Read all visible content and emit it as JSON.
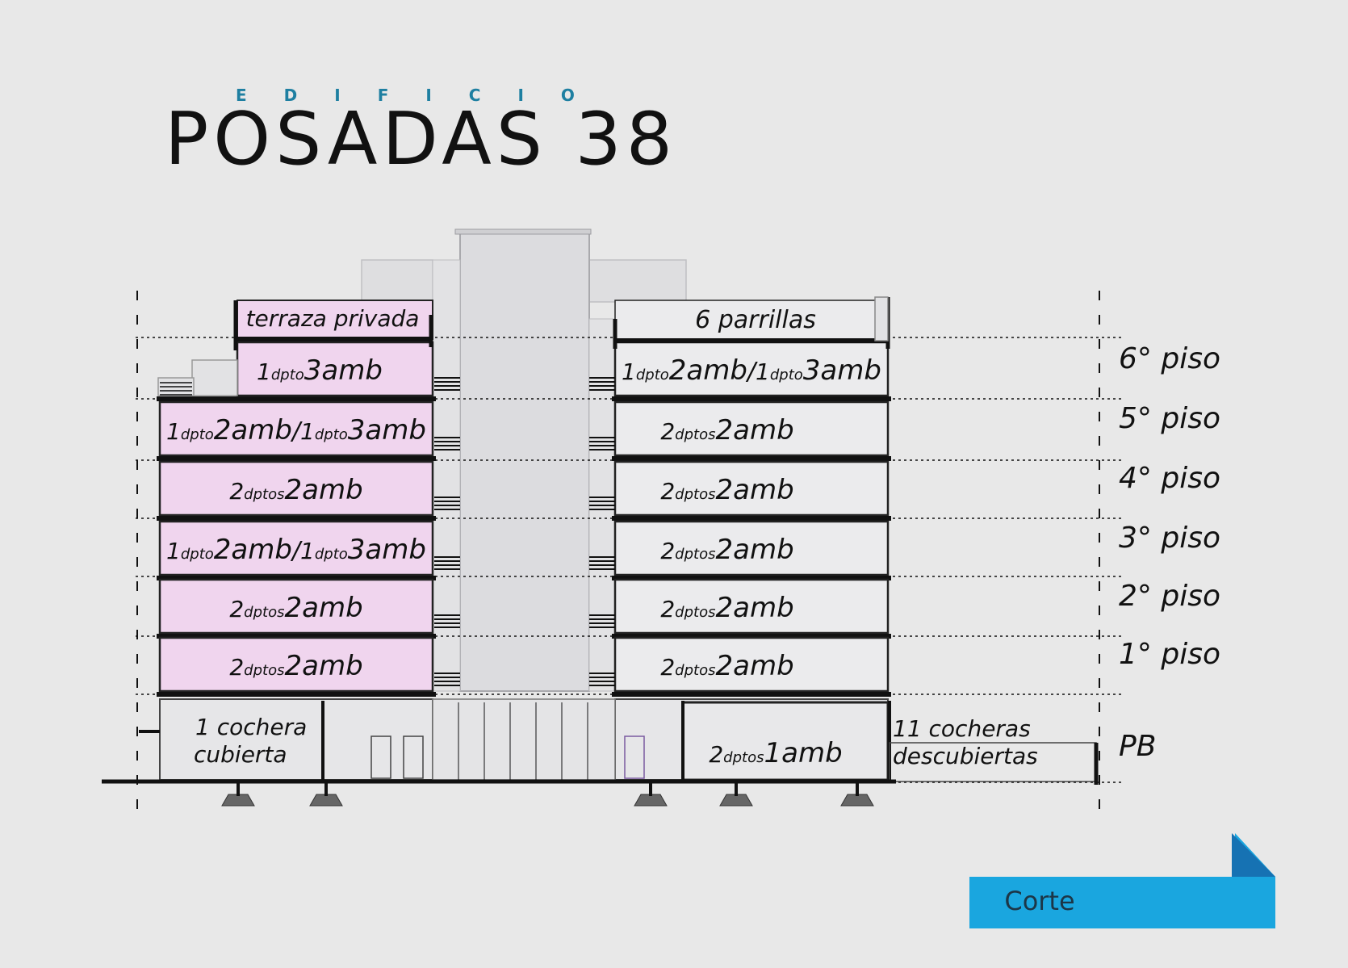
{
  "header": {
    "eyebrow": "EDIFICIO",
    "title": "POSADAS 38"
  },
  "colors": {
    "unit_pink": "#f0d5ee",
    "accent_blue": "#1aa6df",
    "accent_dark": "#1672b3"
  },
  "roof": {
    "left": "terraza privada",
    "right": "6 parrillas"
  },
  "floors": [
    {
      "label": "6° piso",
      "left": null,
      "right": [
        [
          "1",
          "dpto",
          "2amb"
        ],
        [
          "1",
          "dpto",
          "3amb"
        ]
      ]
    },
    {
      "label": "5° piso",
      "left": [
        [
          "1",
          "dpto",
          "2amb"
        ],
        [
          "1",
          "dpto",
          "3amb"
        ]
      ],
      "right": [
        [
          "2",
          "dptos",
          "2amb"
        ]
      ]
    },
    {
      "label": "4° piso",
      "left": [
        [
          "2",
          "dptos",
          "2amb"
        ]
      ],
      "right": [
        [
          "2",
          "dptos",
          "2amb"
        ]
      ]
    },
    {
      "label": "3° piso",
      "left": [
        [
          "1",
          "dpto",
          "2amb"
        ],
        [
          "1",
          "dpto",
          "3amb"
        ]
      ],
      "right": [
        [
          "2",
          "dptos",
          "2amb"
        ]
      ]
    },
    {
      "label": "2° piso",
      "left": [
        [
          "2",
          "dptos",
          "2amb"
        ]
      ],
      "right": [
        [
          "2",
          "dptos",
          "2amb"
        ]
      ]
    },
    {
      "label": "1° piso",
      "left": [
        [
          "2",
          "dptos",
          "2amb"
        ]
      ],
      "right": [
        [
          "2",
          "dptos",
          "2amb"
        ]
      ]
    }
  ],
  "top_left_unit": [
    [
      "1",
      "dpto",
      "3amb"
    ]
  ],
  "ground": {
    "label": "PB",
    "left_garage": [
      "1 cochera",
      "cubierta"
    ],
    "center_unit": [
      [
        "2",
        "dptos",
        "1amb"
      ]
    ],
    "right_garage": [
      "11 cocheras",
      "descubiertas"
    ]
  },
  "badge": {
    "label": "Corte"
  }
}
